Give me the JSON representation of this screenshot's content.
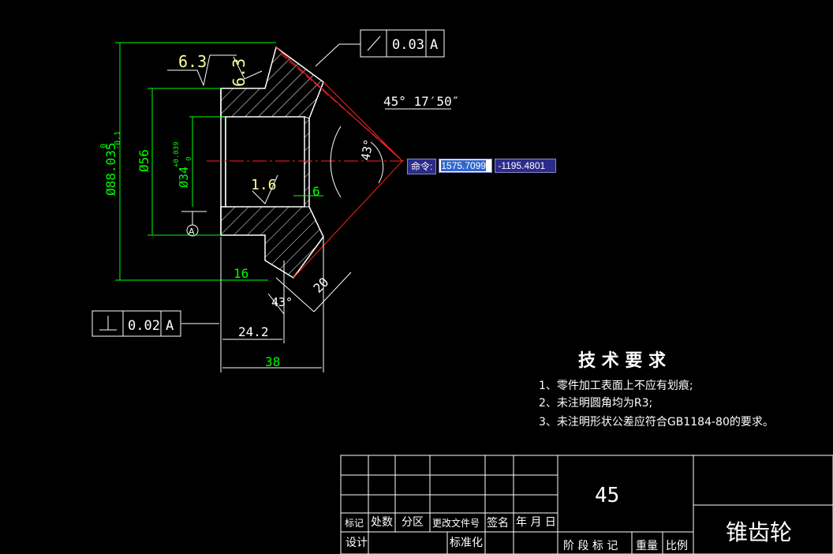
{
  "colors": {
    "background": "#000000",
    "outline": "#ffffff",
    "dimension": "#00ff00",
    "centerline": "#ff0000",
    "text_yellow": "#ffff99",
    "command_bar": "#2b2b8a",
    "selection": "#3366cc"
  },
  "drawing": {
    "roughness_top": "6.3",
    "roughness_side": "6.3",
    "roughness_bore": "1.6",
    "runout_value": "0.03",
    "runout_datum": "A",
    "perp_value": "0.02",
    "perp_datum": "A",
    "datum_label": "A",
    "cone_angle": "45° 17′50″",
    "angle_43_right": "43°",
    "angle_43_bottom": "43°",
    "dim_od": "Ø88.035",
    "dim_od_tol_upper": "0",
    "dim_od_tol_lower": "-0.1",
    "dim_56": "Ø56",
    "dim_bore": "Ø34",
    "dim_bore_tol_upper": "+0.039",
    "dim_bore_tol_lower": "0",
    "dim_6": "6",
    "dim_16": "16",
    "dim_20": "20",
    "dim_24_2": "24.2",
    "dim_38": "38"
  },
  "tech_requirements": {
    "title": "技 术 要 求",
    "items": [
      "1、零件加工表面上不应有划痕;",
      "2、未注明圆角均为R3;",
      "3、未注明形状公差应符合GB1184-80的要求。"
    ]
  },
  "command": {
    "label": "命令:",
    "x_value": "1575.7099",
    "y_value": "-1195.4801"
  },
  "title_block": {
    "material": "45",
    "part_name": "锥齿轮",
    "headers": [
      "标记",
      "处数",
      "分区",
      "更改文件号",
      "签名",
      "年 月 日"
    ],
    "design": "设计",
    "standardize": "标准化",
    "stage_mark": "阶 段 标 记",
    "weight": "重量",
    "scale": "比例"
  }
}
